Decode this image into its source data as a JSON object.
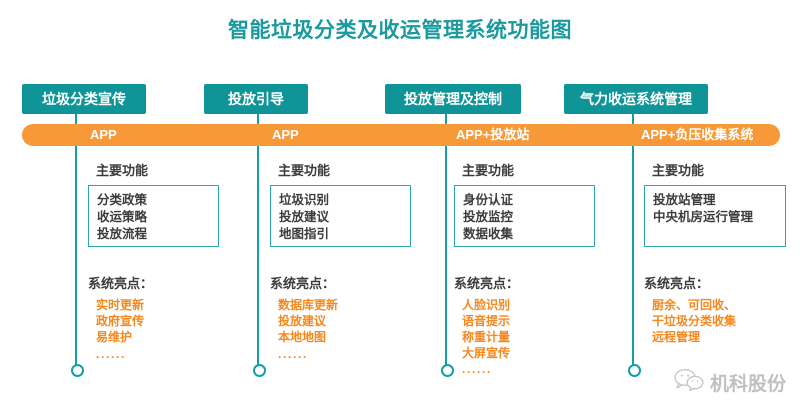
{
  "page": {
    "title": "智能垃圾分类及收运管理系统功能图",
    "accent_teal": "#0f9598",
    "accent_orange": "#f89938",
    "highlight_orange": "#f6881f"
  },
  "columns": [
    {
      "chip_label": "垃圾分类宣传",
      "band_label": "APP",
      "functions_title": "主要功能",
      "functions": [
        "分类政策",
        "收运策略",
        "投放流程"
      ],
      "highlights_title": "系统亮点：",
      "highlights": [
        "实时更新",
        "政府宣传",
        "易维护"
      ],
      "ellipsis": "······"
    },
    {
      "chip_label": "投放引导",
      "band_label": "APP",
      "functions_title": "主要功能",
      "functions": [
        "垃圾识别",
        "投放建议",
        "地图指引"
      ],
      "highlights_title": "系统亮点：",
      "highlights": [
        "数据库更新",
        "投放建议",
        "本地地图"
      ],
      "ellipsis": "······"
    },
    {
      "chip_label": "投放管理及控制",
      "band_label": "APP+投放站",
      "functions_title": "主要功能",
      "functions": [
        "身份认证",
        "投放监控",
        "数据收集"
      ],
      "highlights_title": "系统亮点：",
      "highlights": [
        "人脸识别",
        "语音提示",
        "称重计量",
        "大屏宣传"
      ],
      "ellipsis": "······"
    },
    {
      "chip_label": "气力收运系统管理",
      "band_label": "APP+负压收集系统",
      "functions_title": "主要功能",
      "functions": [
        "投放站管理",
        "中央机房运行管理"
      ],
      "highlights_title": "系统亮点：",
      "highlights": [
        "厨余、可回收、",
        "干垃圾分类收集",
        "远程管理"
      ],
      "ellipsis": ""
    }
  ],
  "watermark": {
    "icon": "wechat-icon",
    "text": "机科股份"
  }
}
